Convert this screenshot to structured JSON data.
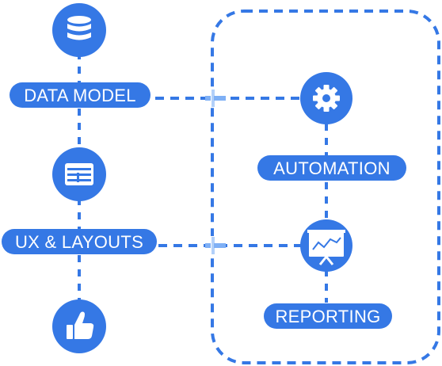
{
  "colors": {
    "primary": "#3578e5",
    "icon_white": "#ffffff",
    "cross_light": "#7fb0f5"
  },
  "left_column": {
    "nodes": [
      {
        "icon": "database-icon"
      },
      {
        "icon": "layout-window-icon"
      },
      {
        "icon": "thumbs-up-icon"
      }
    ],
    "labels": {
      "data_model": "DATA MODEL",
      "ux_layouts": "UX & LAYOUTS"
    }
  },
  "right_panel": {
    "nodes": [
      {
        "icon": "gear-icon"
      },
      {
        "icon": "presentation-chart-icon"
      }
    ],
    "labels": {
      "automation": "AUTOMATION",
      "reporting": "REPORTING"
    }
  }
}
